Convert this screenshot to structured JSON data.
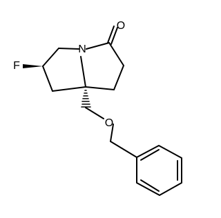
{
  "molecule": {
    "atoms": {
      "oxygen_carbonyl": "O",
      "nitrogen": "N",
      "fluorine": "F",
      "oxygen_ether": "O"
    }
  }
}
